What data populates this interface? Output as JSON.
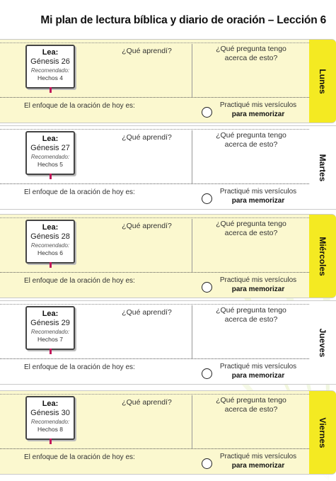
{
  "title": "Mi plan de lectura bíblica y diario de oración – Lección 6",
  "labels": {
    "read": "Lea:",
    "recommended": "Recomendado:",
    "learned": "¿Qué aprendí?",
    "question_line1": "¿Qué pregunta tengo",
    "question_line2": "acerca de esto?",
    "focus": "El enfoque de la oración de hoy es:",
    "practice_line1": "Practiqué mis versículos",
    "practice_line2": "para memorizar"
  },
  "days": [
    {
      "name": "Lunes",
      "reading": "Génesis 26",
      "recommended": "Hechos 4",
      "highlight": true
    },
    {
      "name": "Martes",
      "reading": "Génesis 27",
      "recommended": "Hechos 5",
      "highlight": false
    },
    {
      "name": "Miércoles",
      "reading": "Génesis 28",
      "recommended": "Hechos 6",
      "highlight": true
    },
    {
      "name": "Jueves",
      "reading": "Génesis 29",
      "recommended": "Hechos 7",
      "highlight": false
    },
    {
      "name": "Viernes",
      "reading": "Génesis 30",
      "recommended": "Hechos 8",
      "highlight": true
    }
  ],
  "colors": {
    "tab_yellow": "#f4ea22",
    "panel_yellow": "#fbf8cf",
    "ribbon": "#c2185b"
  }
}
